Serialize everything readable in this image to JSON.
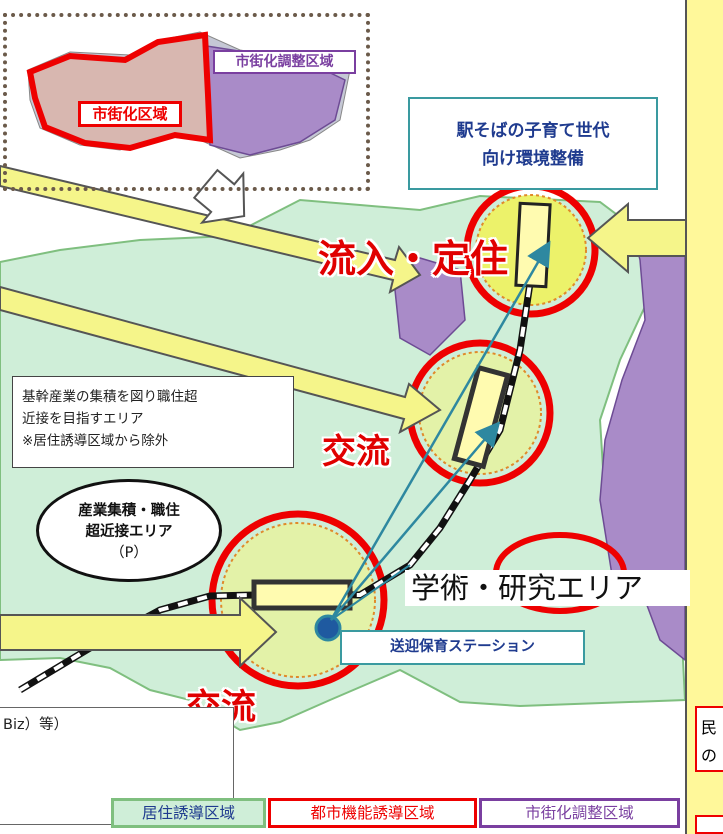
{
  "inset": {
    "chosei_label": "市街化調整区域",
    "shigaika_label": "市街化区域"
  },
  "callouts": {
    "station_line1": "駅そばの子育て世代",
    "station_line2": "向け環境整備",
    "industry_note_line1": "基幹産業の集積を図り職住超",
    "industry_note_line2": "近接を目指すエリア",
    "industry_note_line3": "※居住誘導区域から除外",
    "oval_line1": "産業集積・職住",
    "oval_line2": "超近接エリア",
    "oval_line3": "（P）",
    "daycare_station": "送迎保育ステーション",
    "bottom_left_text": "Biz）等）"
  },
  "areas": {
    "inflow": "流入・定住",
    "exchange_upper": "交流",
    "exchange_lower": "交流",
    "academic": "学術・研究エリア"
  },
  "legend": {
    "residential": "居住誘導区域",
    "urban_function": "都市機能誘導区域",
    "urbanization_control": "市街化調整区域"
  },
  "right_panel": {
    "partial_text_line1": "民",
    "partial_text_line2": "の"
  },
  "colors": {
    "residential_green": "#cfeed8",
    "urban_red": "#e00000",
    "control_purple": "#a98bc8",
    "arrow_yellow": "#f5f58a",
    "station_teal": "#2e88a0"
  }
}
